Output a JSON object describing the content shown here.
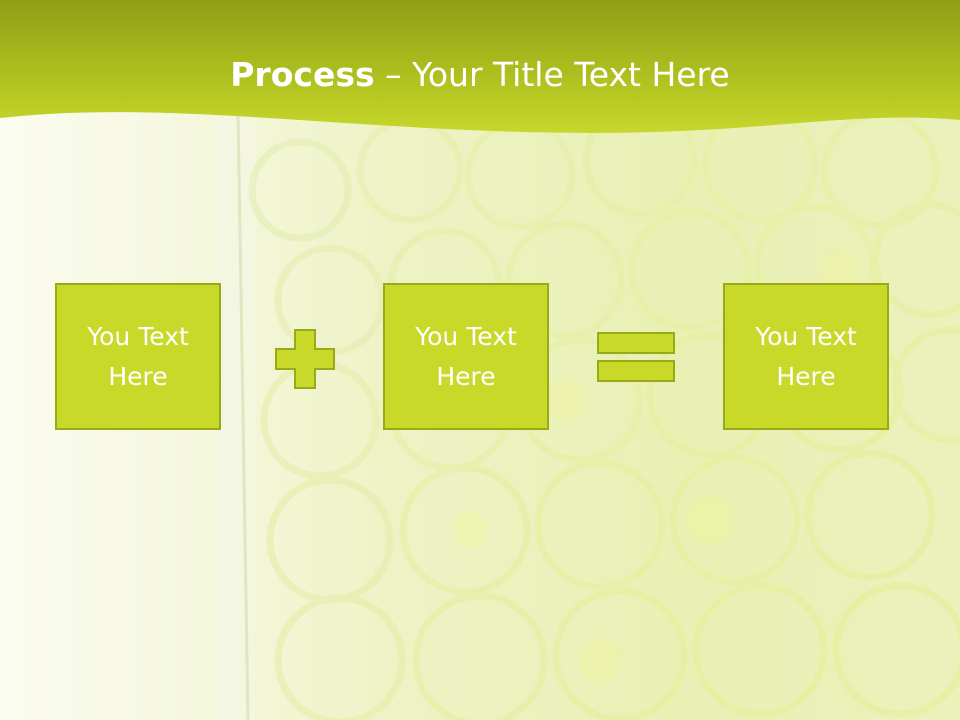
{
  "title": {
    "bold": "Process",
    "rest": " – Your Title Text Here"
  },
  "boxes": [
    {
      "label": "You Text Here"
    },
    {
      "label": "You Text Here"
    },
    {
      "label": "You Text Here"
    }
  ],
  "operators": [
    "plus-icon",
    "equals-icon"
  ],
  "colors": {
    "header_green": "#a5b51a",
    "header_light": "#cbd82e",
    "box_fill": "#c8d92a",
    "box_border": "#9aaa14",
    "text": "#ffffff"
  }
}
